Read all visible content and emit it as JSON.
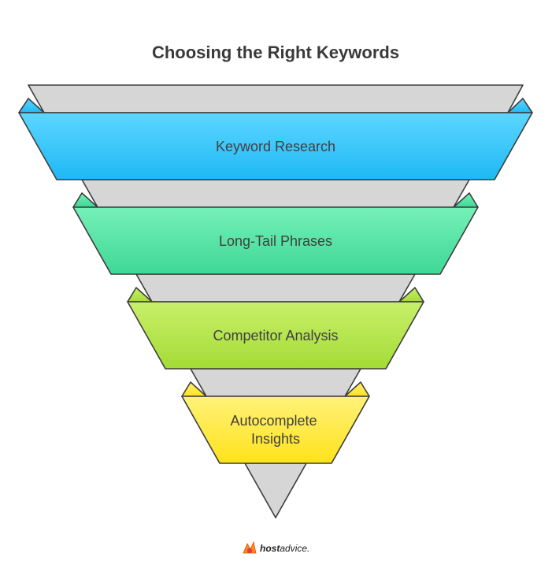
{
  "title": "Choosing the Right Keywords",
  "stages": [
    {
      "label": "Keyword Research",
      "color_top": "#5dd6ff",
      "color_bottom": "#1fb8f5"
    },
    {
      "label": "Long-Tail Phrases",
      "color_top": "#76f0b8",
      "color_bottom": "#3ed896"
    },
    {
      "label": "Competitor Analysis",
      "color_top": "#c8ef6a",
      "color_bottom": "#a4dc36"
    },
    {
      "label": "Autocomplete Insights",
      "color_top": "#fff27a",
      "color_bottom": "#ffe21a"
    }
  ],
  "colors": {
    "back_face": "#d6d6d6",
    "outline": "#3d3d3d"
  },
  "brand": {
    "text_bold": "host",
    "text_regular": "advice."
  }
}
